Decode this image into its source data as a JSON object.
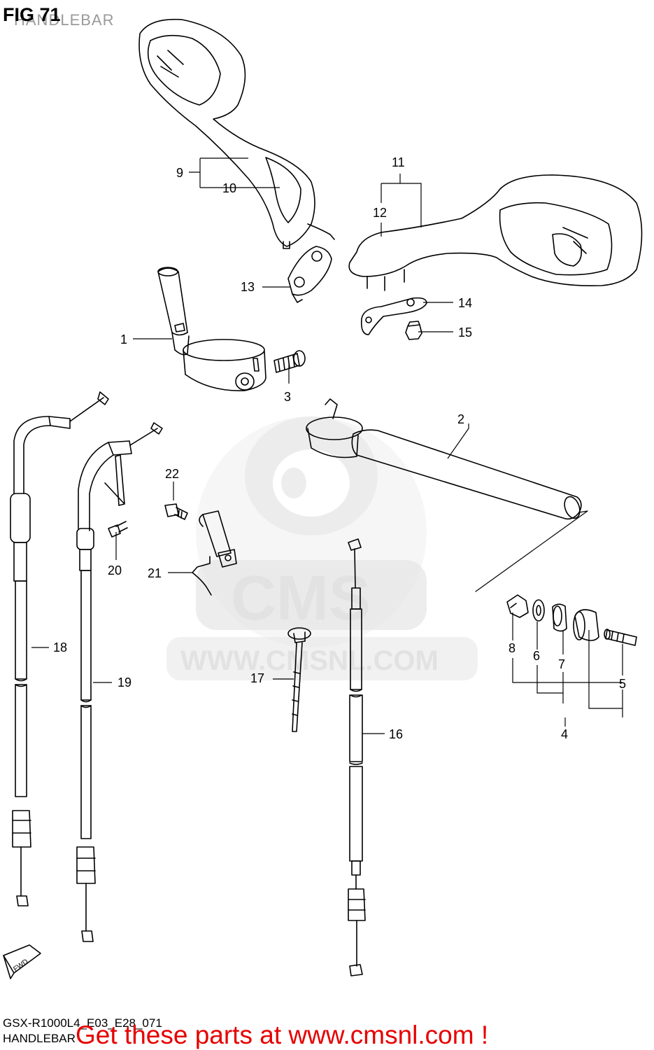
{
  "header": {
    "figure": "FIG 71",
    "title": "HANDLEBAR"
  },
  "watermark": {
    "logo": "CMS",
    "url": "WWW.CMSNL.COM"
  },
  "fwd_label": "FWD",
  "callouts": [
    "1",
    "2",
    "3",
    "4",
    "5",
    "6",
    "7",
    "8",
    "9",
    "10",
    "11",
    "12",
    "13",
    "14",
    "15",
    "16",
    "17",
    "18",
    "19",
    "20",
    "21",
    "22"
  ],
  "footer": {
    "code": "GSX-R1000L4_E03_E28_071",
    "name": "HANDLEBAR",
    "promo": "Get these parts at www.cmsnl.com !"
  },
  "colors": {
    "line": "#000000",
    "watermark": "#e4e4e4",
    "promo": "#e60000"
  }
}
